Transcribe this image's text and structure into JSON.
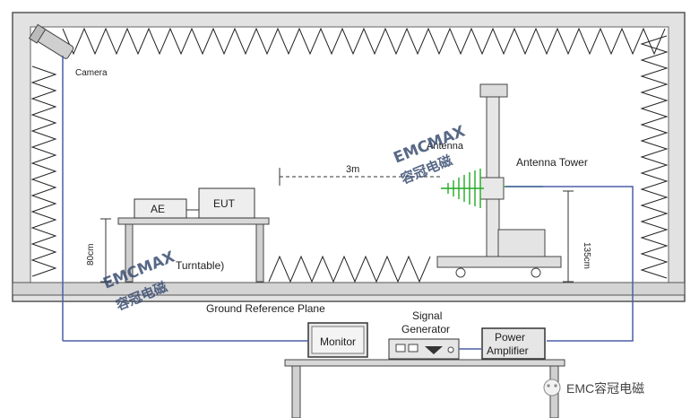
{
  "labels": {
    "camera": "Camera",
    "antenna": "Antenna",
    "antenna_tower": "Antenna Tower",
    "distance": "3m",
    "ae": "AE",
    "eut": "EUT",
    "turntable": "Turntable)",
    "table_height": "80cm",
    "antenna_height": "135cm",
    "ground_plane": "Ground Reference Plane",
    "monitor": "Monitor",
    "signal_generator_line1": "Signal",
    "signal_generator_line2": "Generator",
    "power_amp_line1": "Power",
    "power_amp_line2": "Amplifier"
  },
  "watermarks": {
    "brand": "EMCMAX",
    "cn": "容冠电磁",
    "footer": "EMC容冠电磁"
  },
  "colors": {
    "outline": "#333333",
    "box_fill": "#eeeeee",
    "antenna_green": "#22aa22",
    "cable_blue": "#4b5fa8",
    "watermark": "#3c4f73"
  }
}
